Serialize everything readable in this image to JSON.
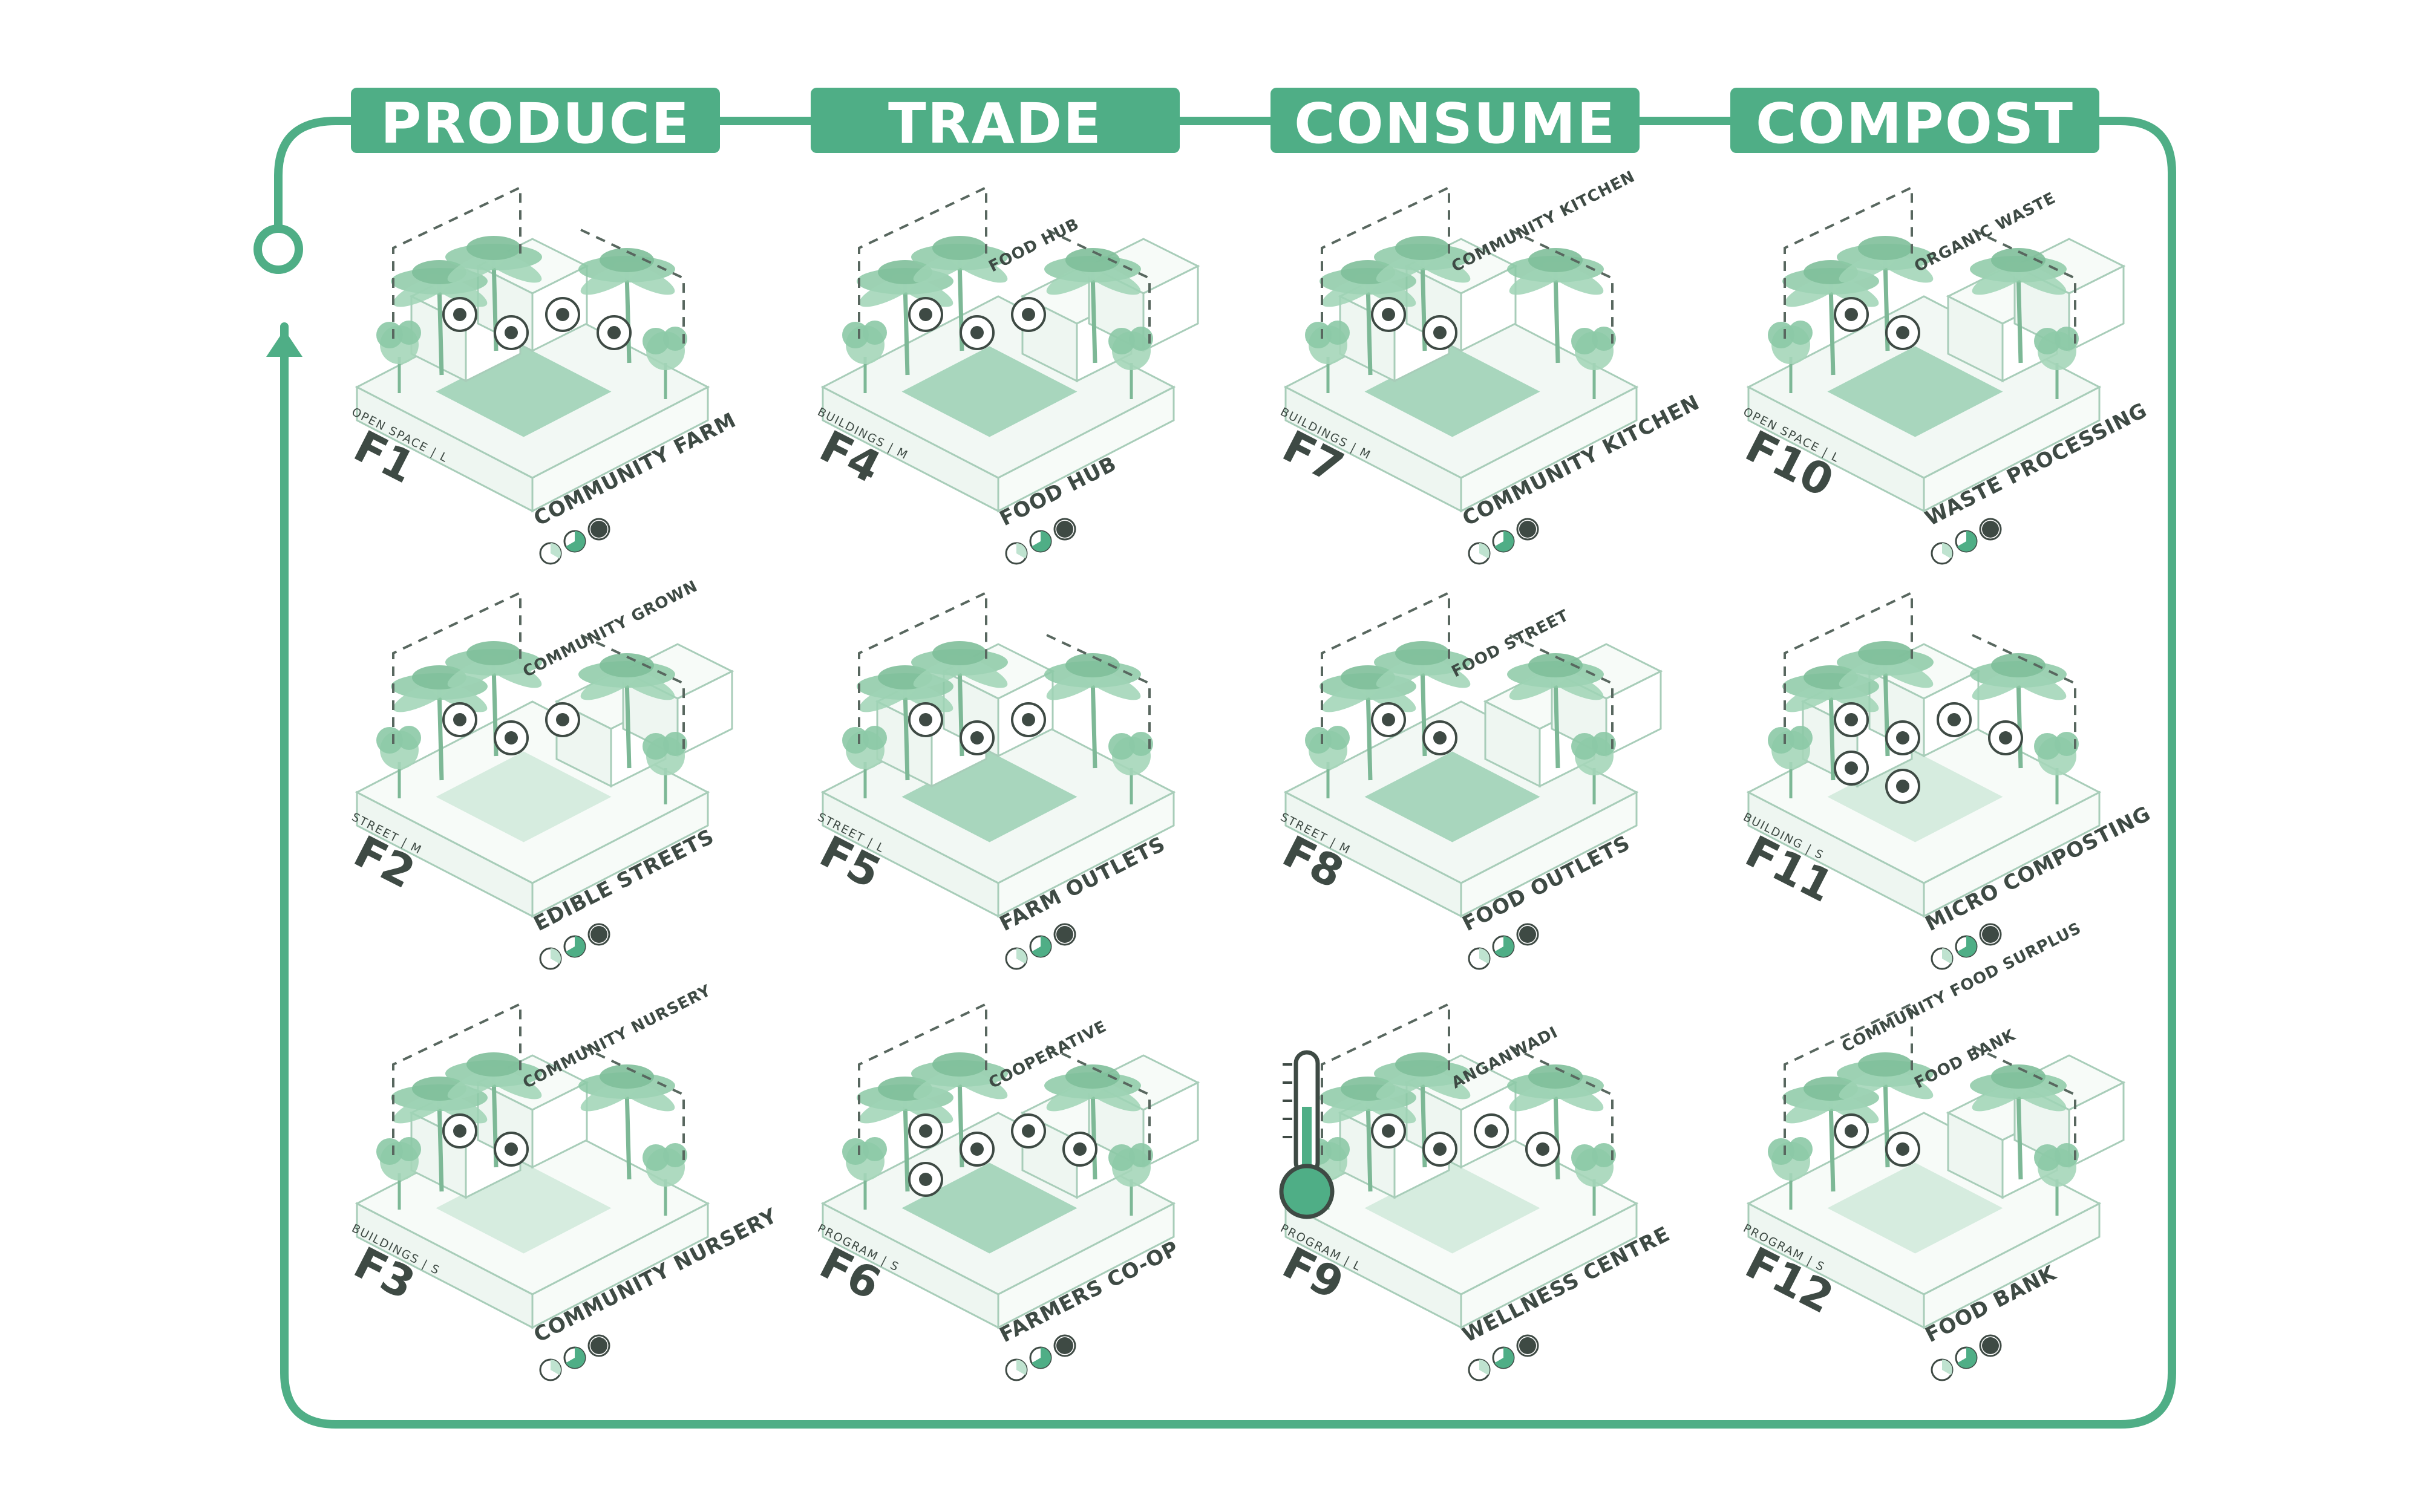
{
  "colors": {
    "accent": "#4fae86",
    "accent_light": "#bfe3d0",
    "accent_pale": "#e7f4ec",
    "ink": "#3e4a44"
  },
  "stages": [
    {
      "label": "PRODUCE"
    },
    {
      "label": "TRADE"
    },
    {
      "label": "CONSUME"
    },
    {
      "label": "COMPOST"
    }
  ],
  "tiles": [
    {
      "code": "F1",
      "meta": "OPEN SPACE | L",
      "caption": "COMMUNITY FARM",
      "inner": "",
      "rating": [
        1,
        2,
        3
      ],
      "icons": [
        "fruit-icon",
        "fish-icon",
        "fruit-icon",
        "fruit-icon"
      ],
      "fill": "mid",
      "col": 0,
      "row": 0
    },
    {
      "code": "F2",
      "meta": "STREET | M",
      "caption": "EDIBLE STREETS",
      "inner": "COMMUNITY GROWN",
      "rating": [
        1,
        2,
        3
      ],
      "icons": [
        "people-icon",
        "fruit-icon",
        "fruit-icon"
      ],
      "fill": "light",
      "col": 0,
      "row": 1
    },
    {
      "code": "F3",
      "meta": "BUILDINGS | S",
      "caption": "COMMUNITY NURSERY",
      "inner": "COMMUNITY NURSERY",
      "rating": [
        1,
        2,
        3
      ],
      "icons": [
        "people-icon",
        "plant-pot-icon"
      ],
      "fill": "light",
      "col": 0,
      "row": 2
    },
    {
      "code": "F4",
      "meta": "BUILDINGS | M",
      "caption": "FOOD HUB",
      "inner": "FOOD HUB",
      "rating": [
        1,
        2,
        3
      ],
      "icons": [
        "grain-icon",
        "grain-icon",
        "cash-register-icon"
      ],
      "fill": "mid",
      "col": 1,
      "row": 0
    },
    {
      "code": "F5",
      "meta": "STREET | L",
      "caption": "FARM OUTLETS",
      "inner": "",
      "rating": [
        1,
        2,
        3
      ],
      "icons": [
        "stall-icon",
        "cart-icon",
        "harvest-icon"
      ],
      "fill": "mid",
      "col": 1,
      "row": 1
    },
    {
      "code": "F6",
      "meta": "PROGRAM | S",
      "caption": "FARMERS CO-OP",
      "inner": "COOPERATIVE",
      "rating": [
        1,
        2,
        3
      ],
      "icons": [
        "people-icon",
        "rupee-icon",
        "balance-scale-icon",
        "shop-icon",
        "vegetable-icon"
      ],
      "fill": "mid",
      "col": 1,
      "row": 2
    },
    {
      "code": "F7",
      "meta": "BUILDINGS | M",
      "caption": "COMMUNITY KITCHEN",
      "inner": "COMMUNITY KITCHEN",
      "rating": [
        1,
        2,
        3
      ],
      "icons": [
        "cooking-pot-icon",
        "serving-dish-icon"
      ],
      "fill": "mid",
      "col": 2,
      "row": 0
    },
    {
      "code": "F8",
      "meta": "STREET | M",
      "caption": "FOOD OUTLETS",
      "inner": "FOOD STREET",
      "rating": [
        1,
        2,
        3
      ],
      "icons": [
        "food-stall-icon",
        "serving-dish-icon"
      ],
      "fill": "mid",
      "col": 2,
      "row": 1
    },
    {
      "code": "F9",
      "meta": "PROGRAM | L",
      "caption": "WELLNESS CENTRE",
      "inner": "ANGANWADI",
      "rating": [
        1,
        2,
        3
      ],
      "icons": [
        "thermometer-icon",
        "family-icon",
        "meal-jar-icon",
        "watering-can-icon"
      ],
      "fill": "light",
      "col": 2,
      "row": 2
    },
    {
      "code": "F10",
      "meta": "OPEN SPACE | L",
      "caption": "WASTE PROCESSING",
      "inner": "ORGANIC WASTE",
      "rating": [
        1,
        2,
        3
      ],
      "icons": [
        "onion-icon",
        "worm-icon"
      ],
      "fill": "mid",
      "col": 3,
      "row": 0
    },
    {
      "code": "F11",
      "meta": "BUILDING | S",
      "caption": "MICRO COMPOSTING",
      "inner": "",
      "rating": [
        1,
        2,
        3
      ],
      "icons": [
        "compost-icon",
        "compost-icon",
        "compost-icon",
        "compost-icon",
        "compost-icon",
        "compost-icon"
      ],
      "fill": "light",
      "col": 3,
      "row": 1
    },
    {
      "code": "F12",
      "meta": "PROGRAM | S",
      "caption": "FOOD BANK",
      "inner": "FOOD BANK",
      "inner2": "COMMUNITY FOOD SURPLUS",
      "rating": [
        1,
        2,
        3
      ],
      "icons": [
        "food-plate-icon",
        "watering-can-icon"
      ],
      "fill": "light",
      "col": 3,
      "row": 2
    }
  ]
}
